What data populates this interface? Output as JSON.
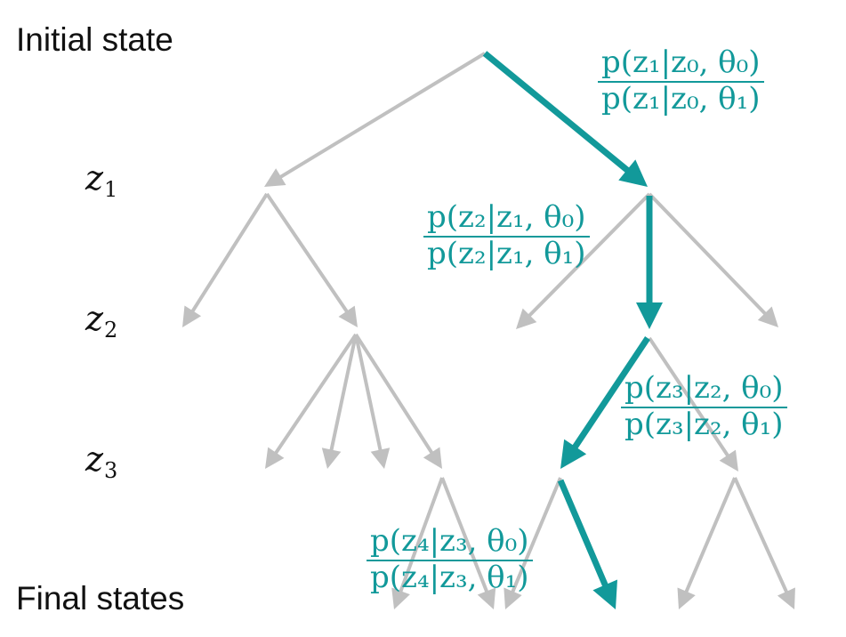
{
  "colors": {
    "edge": "#c0c0c0",
    "path": "#12999a",
    "text": "#111111"
  },
  "labels": {
    "initial_state": "Initial state",
    "final_states": "Final states",
    "levels": [
      {
        "var": "z",
        "sub": "1"
      },
      {
        "var": "z",
        "sub": "2"
      },
      {
        "var": "z",
        "sub": "3"
      }
    ]
  },
  "ratios": [
    {
      "numerator": "p(z₁|z₀, θ₀)",
      "denominator": "p(z₁|z₀, θ₁)"
    },
    {
      "numerator": "p(z₂|z₁, θ₀)",
      "denominator": "p(z₂|z₁, θ₁)"
    },
    {
      "numerator": "p(z₃|z₂, θ₀)",
      "denominator": "p(z₃|z₂, θ₁)"
    },
    {
      "numerator": "p(z₄|z₃, θ₀)",
      "denominator": "p(z₄|z₃, θ₁)"
    }
  ]
}
